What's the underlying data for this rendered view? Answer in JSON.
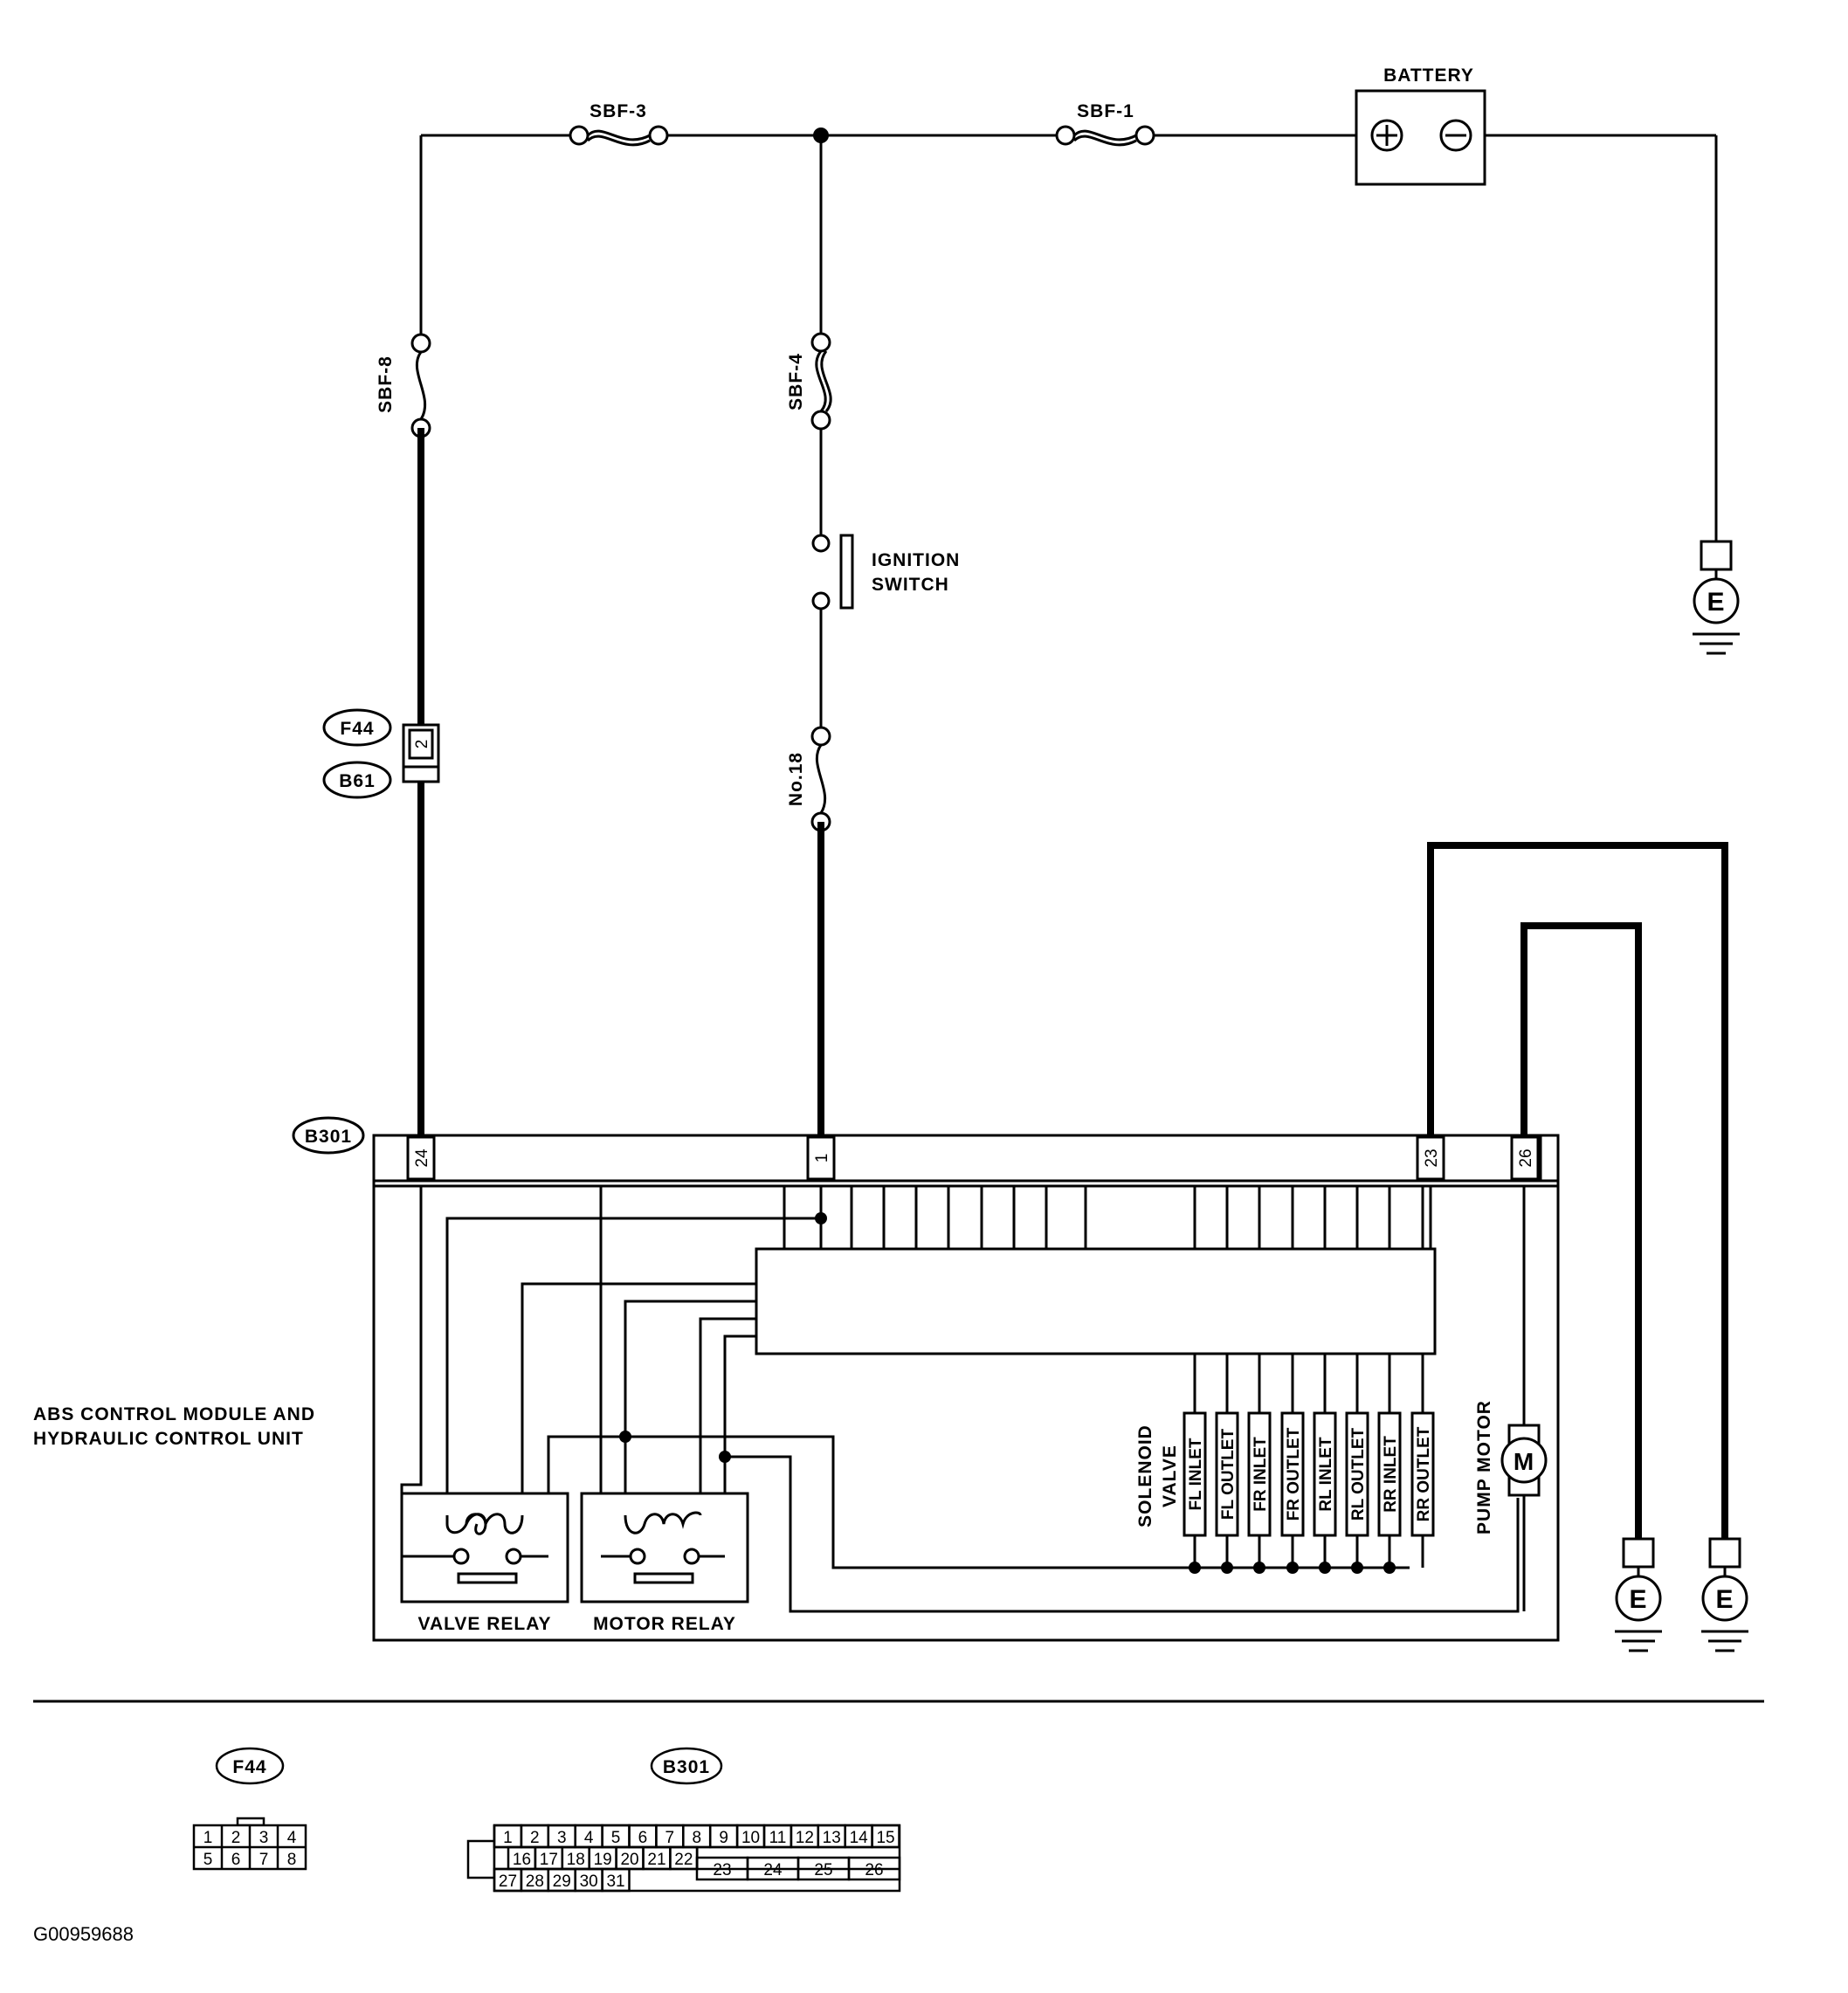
{
  "labels": {
    "battery": "BATTERY",
    "ignition_switch_line1": "IGNITION",
    "ignition_switch_line2": "SWITCH",
    "module_line1": "ABS CONTROL MODULE AND",
    "module_line2": "HYDRAULIC CONTROL UNIT",
    "valve_relay": "VALVE  RELAY",
    "motor_relay": "MOTOR  RELAY",
    "solenoid_line1": "SOLENOID",
    "solenoid_line2": "VALVE",
    "pump_motor": "PUMP MOTOR",
    "motor_symbol": "M",
    "ground_symbol": "E",
    "figure_id": "G00959688"
  },
  "fuses": {
    "sbf3": "SBF-3",
    "sbf1": "SBF-1",
    "sbf8": "SBF-8",
    "sbf4": "SBF-4",
    "no18": "No.18"
  },
  "connectors": {
    "f44": "F44",
    "b61": "B61",
    "b301": "B301",
    "f44_pin": "2"
  },
  "b301_pins": {
    "p24": "24",
    "p1": "1",
    "p23": "23",
    "p26": "26"
  },
  "solenoid_valves": [
    "FL  INLET",
    "FL OUTLET",
    "FR  INLET",
    "FR OUTLET",
    "RL  INLET",
    "RL OUTLET",
    "RR  INLET",
    "RR OUTLET"
  ],
  "connector_views": {
    "f44_title": "F44",
    "f44_rows": [
      [
        "1",
        "2",
        "3",
        "4"
      ],
      [
        "5",
        "6",
        "7",
        "8"
      ]
    ],
    "b301_title": "B301",
    "b301_row1": [
      "1",
      "2",
      "3",
      "4",
      "5",
      "6",
      "7",
      "8",
      "9",
      "10",
      "11",
      "12",
      "13",
      "14",
      "15"
    ],
    "b301_row2": [
      "16",
      "17",
      "18",
      "19",
      "20",
      "21",
      "22"
    ],
    "b301_row3": [
      "27",
      "28",
      "29",
      "30",
      "31"
    ],
    "b301_big": [
      "23",
      "24",
      "25",
      "26"
    ]
  }
}
